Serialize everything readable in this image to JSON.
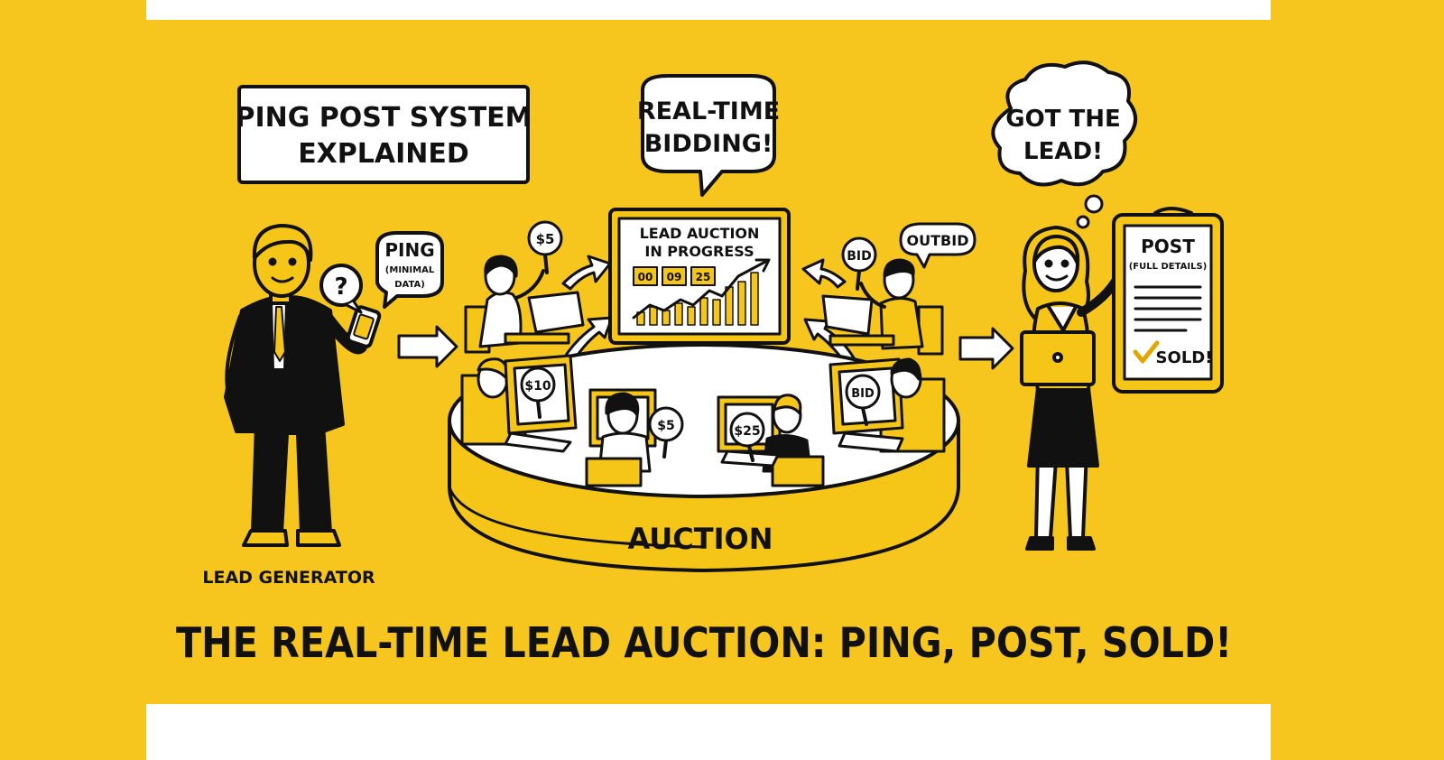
{
  "title_box": {
    "line1": "PING POST SYSTEM",
    "line2": "EXPLAINED"
  },
  "bubbles": {
    "realtime": {
      "line1": "REAL-TIME",
      "line2": "BIDDING!"
    },
    "got_lead": {
      "line1": "GOT THE",
      "line2": "LEAD!"
    },
    "ping": {
      "main": "PING",
      "sub1": "(MINIMAL",
      "sub2": "DATA)"
    },
    "question": "?",
    "outbid": "OUTBID"
  },
  "labels": {
    "lead_generator": "LEAD GENERATOR",
    "auction": "AUCTION",
    "footer": "THE REAL-TIME LEAD AUCTION: PING, POST, SOLD!"
  },
  "auction_screen": {
    "line1": "LEAD AUCTION",
    "line2": "IN PROGRESS",
    "timer": [
      "00",
      "09",
      "25"
    ]
  },
  "paddles": {
    "p1": "$5",
    "p2": "BID",
    "p3": "$10",
    "p4": "$5",
    "p5": "$25",
    "p6": "BID"
  },
  "post_card": {
    "title": "POST",
    "sub": "(FULL DETAILS)",
    "status": "SOLD!"
  },
  "colors": {
    "background": "#F6C61E",
    "ink": "#111111",
    "accent": "#F5C518"
  }
}
